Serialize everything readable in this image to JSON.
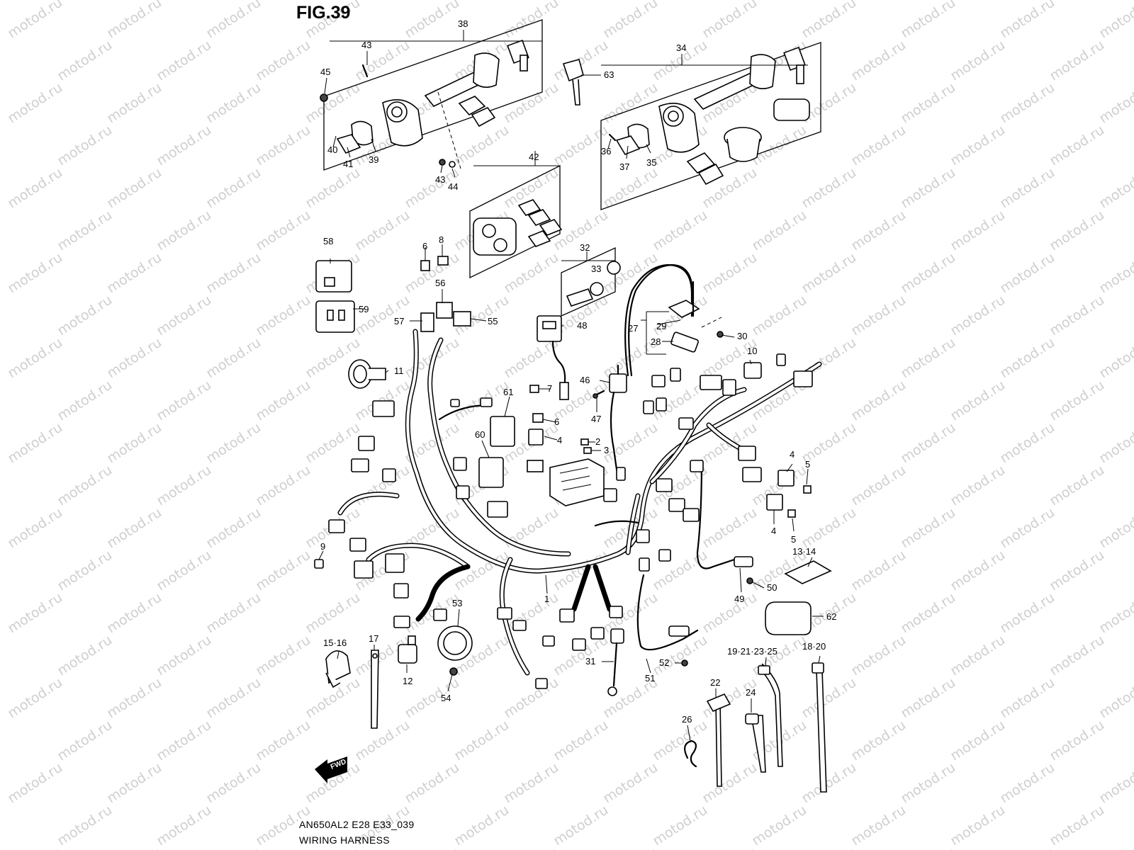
{
  "figure": {
    "title": "FIG.39",
    "code": "AN650AL2 E28 E33_039",
    "name": "WIRING HARNESS",
    "watermark": "motod.ru",
    "fwd_label": "FWD"
  },
  "callouts": [
    "1",
    "2",
    "3",
    "4",
    "5",
    "6",
    "7",
    "8",
    "9",
    "10",
    "11",
    "12",
    "13·14",
    "15·16",
    "17",
    "18·20",
    "19·21·23·25",
    "22",
    "24",
    "26",
    "27",
    "28",
    "29",
    "30",
    "31",
    "32",
    "33",
    "34",
    "35",
    "36",
    "37",
    "38",
    "39",
    "40",
    "41",
    "42",
    "43",
    "44",
    "45",
    "46",
    "47",
    "48",
    "49",
    "50",
    "51",
    "52",
    "53",
    "54",
    "55",
    "56",
    "57",
    "58",
    "59",
    "60",
    "61",
    "62",
    "63"
  ]
}
